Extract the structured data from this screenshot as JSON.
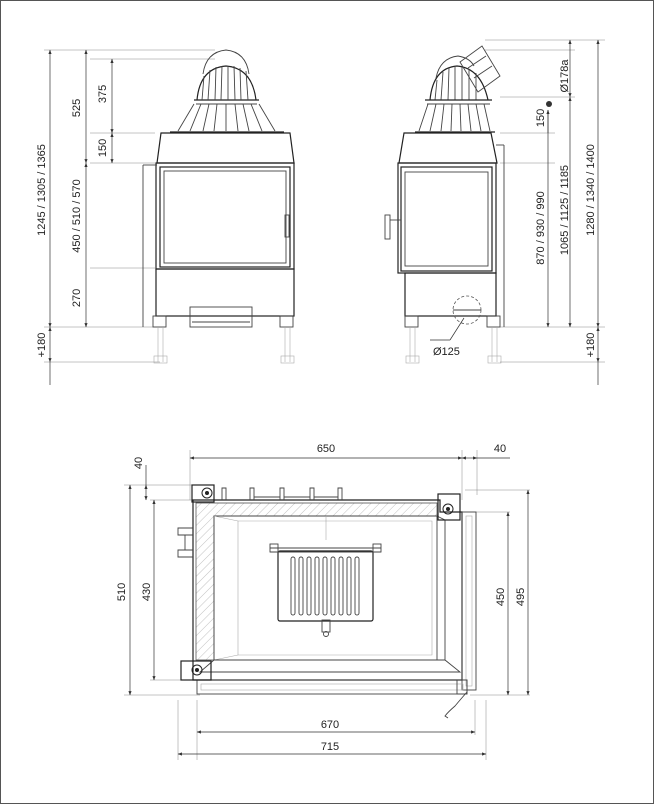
{
  "front_view": {
    "dims": {
      "d_1245": "1245 / 1305 / 1365",
      "d_525": "525",
      "d_375": "375",
      "d_150": "150",
      "d_450": "450 / 510 / 570",
      "d_270": "270",
      "d_180": "+180"
    }
  },
  "side_view": {
    "dims": {
      "d_178": "Ø178a",
      "d_150": "150",
      "d_870": "870 / 930 / 990",
      "d_1065": "1065 / 1125 / 1185",
      "d_1280": "1280 / 1340 / 1400",
      "d_180": "+180",
      "d_125": "Ø125"
    }
  },
  "plan_view": {
    "dims": {
      "d_650": "650",
      "d_40_top": "40",
      "d_40_left": "40",
      "d_510": "510",
      "d_430": "430",
      "d_450": "450",
      "d_495": "495",
      "d_670": "670",
      "d_715": "715"
    }
  }
}
